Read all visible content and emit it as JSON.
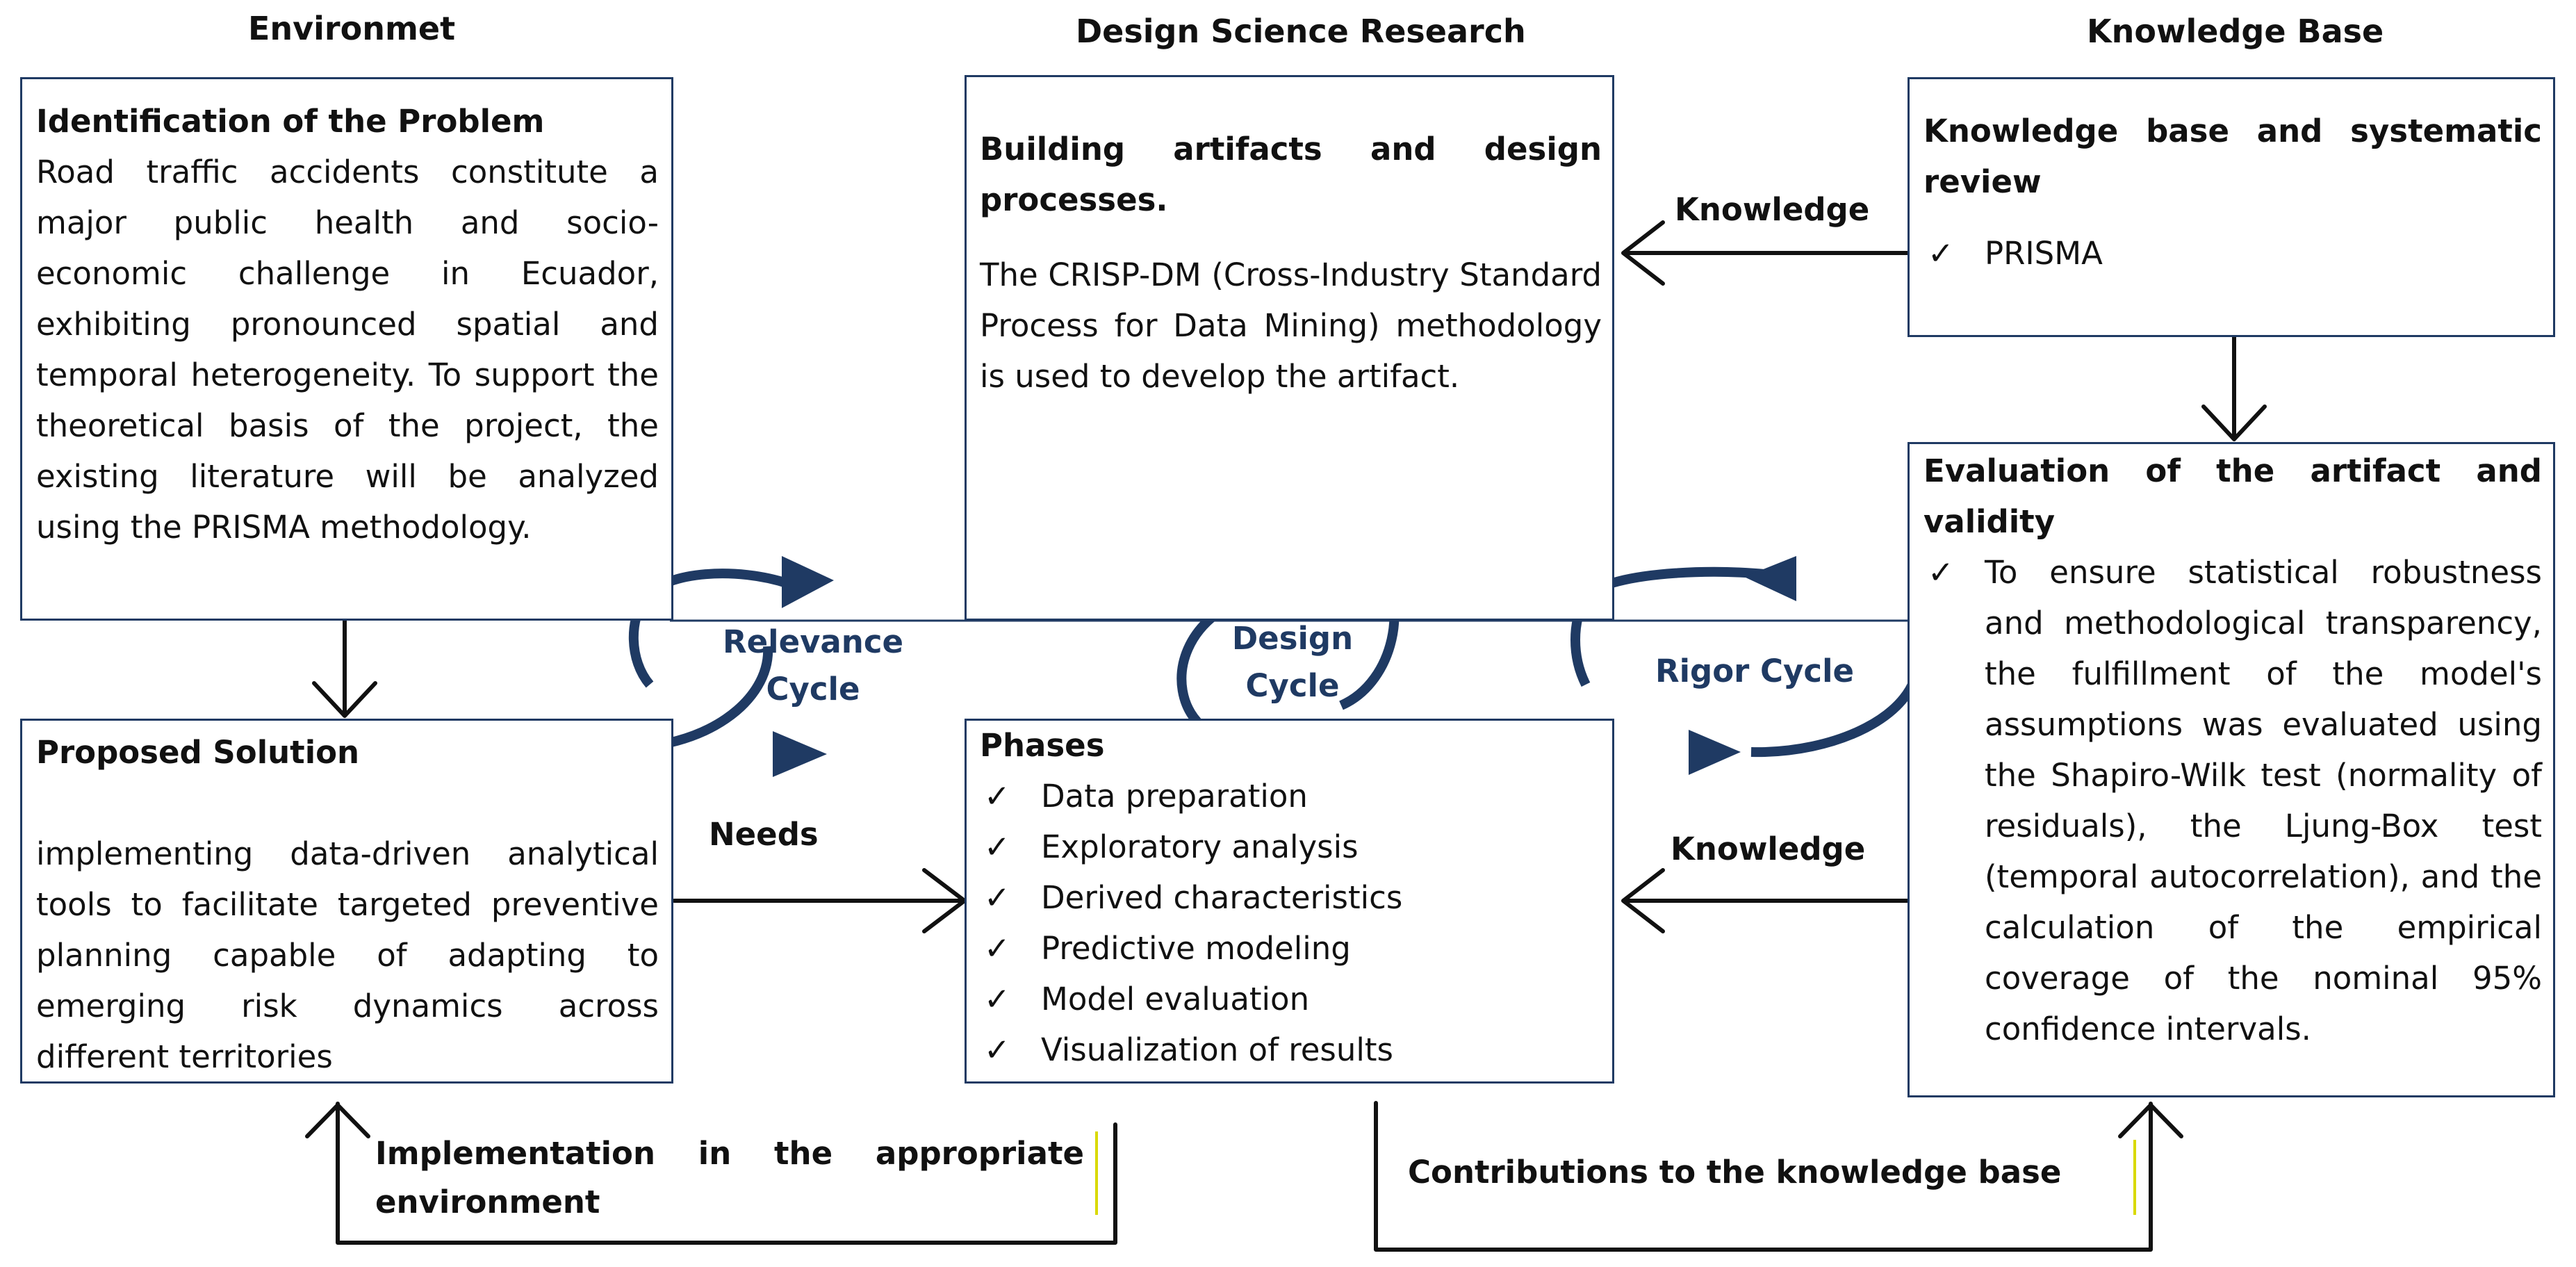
{
  "columns": {
    "environment": "Environmet",
    "dsr": "Design Science Research",
    "knowledge_base": "Knowledge Base"
  },
  "problem": {
    "title": "Identification of the Problem",
    "body": "Road traffic accidents constitute a major public health and socio-economic challenge in Ecuador, exhibiting pronounced spatial and temporal heterogeneity. To support the theoretical basis of the project, the existing literature will be analyzed using the PRISMA methodology."
  },
  "solution": {
    "title": "Proposed Solution",
    "body": "implementing data-driven analytical tools to facilitate targeted preventive planning capable of adapting to emerging risk dynamics across different territories"
  },
  "building": {
    "title": "Building artifacts and design processes.",
    "body": "The CRISP-DM (Cross-Industry Standard Process for Data Mining) methodology is used to develop the artifact."
  },
  "phases": {
    "title": "Phases",
    "items": [
      "Data preparation",
      "Exploratory analysis",
      "Derived characteristics",
      "Predictive modeling",
      "Model evaluation",
      "Visualization of results"
    ]
  },
  "kb_review": {
    "title": "Knowledge base and systematic review",
    "items": [
      "PRISMA"
    ]
  },
  "evaluation": {
    "title": "Evaluation of the artifact and validity",
    "items": [
      "To ensure statistical robustness and methodological transparency, the fulfillment of the model's assumptions was evaluated using the Shapiro-Wilk test (normality of residuals), the Ljung-Box test (temporal autocorrelation), and the calculation of the empirical coverage of the nominal 95% confidence intervals."
    ]
  },
  "cycles": {
    "relevance": "Relevance Cycle",
    "design": "Design Cycle",
    "rigor": "Rigor Cycle"
  },
  "flows": {
    "knowledge_top": "Knowledge",
    "knowledge_bottom": "Knowledge",
    "needs": "Needs",
    "implementation": "Implementation in the appropriate environment",
    "contributions": "Contributions to the knowledge base"
  },
  "colors": {
    "primary": "#1f3a63",
    "arrow": "#111111",
    "accent_mark": "#d9d900"
  }
}
